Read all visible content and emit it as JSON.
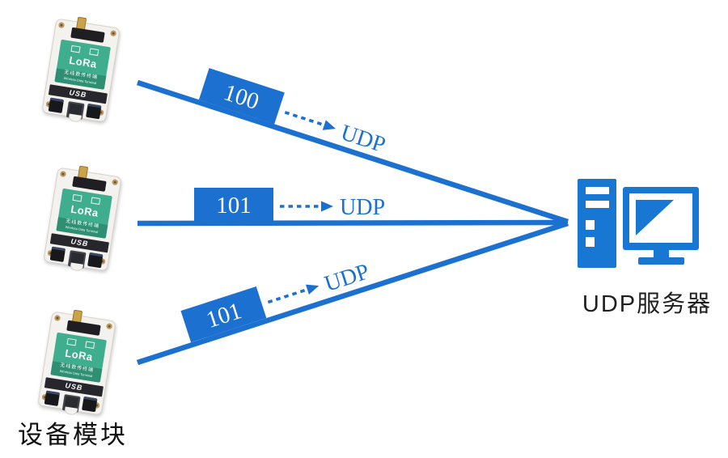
{
  "colors": {
    "link_blue": "#1b70d0",
    "server_blue": "#1977d4",
    "device_green": "#3fae8e",
    "device_green_dark": "#2e8f73"
  },
  "links": [
    {
      "id": "100",
      "udp_label": "UDP"
    },
    {
      "id": "101",
      "udp_label": "UDP"
    },
    {
      "id": "101",
      "udp_label": "UDP"
    }
  ],
  "server": {
    "label": "UDP服务器"
  },
  "device": {
    "brand": "LoRa",
    "subtitle_cn": "无线数传终端",
    "subtitle_en": "Wireless Data Terminal",
    "usb_label": "USB",
    "caption": "设备模块"
  }
}
